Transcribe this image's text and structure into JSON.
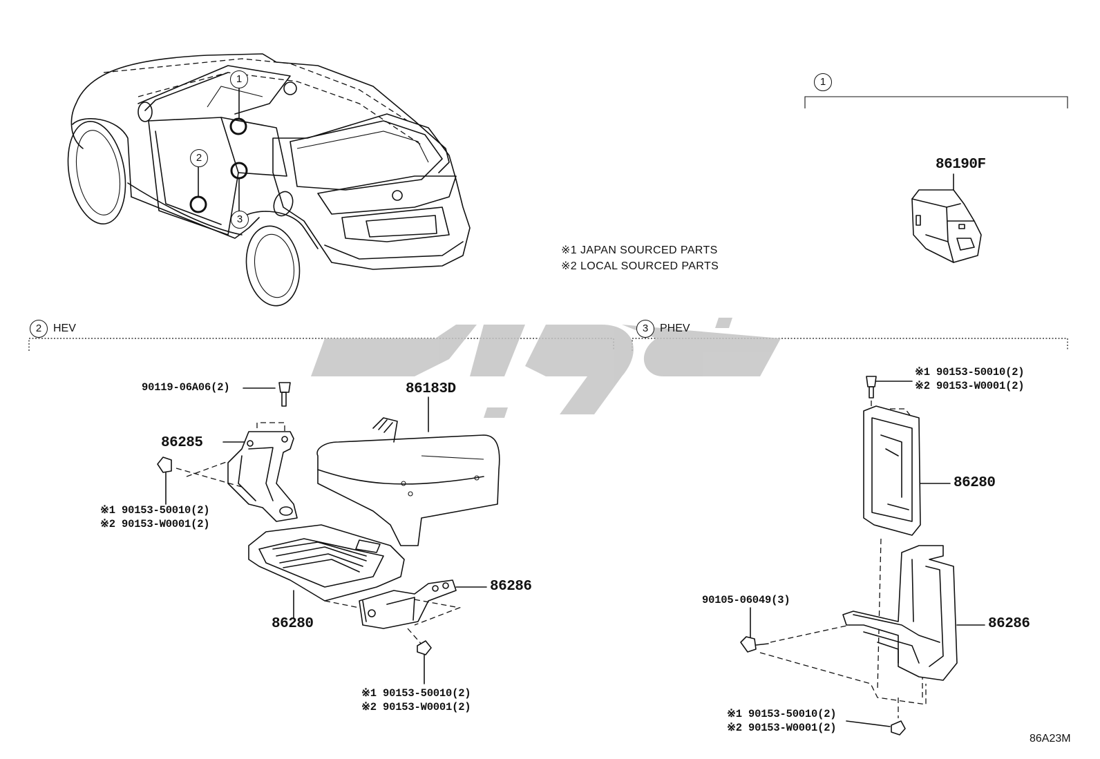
{
  "notes": {
    "note1": "※1 JAPAN SOURCED PARTS",
    "note2": "※2 LOCAL SOURCED PARTS"
  },
  "sections": {
    "s1": {
      "number": "1"
    },
    "s2": {
      "number": "2",
      "label": "HEV"
    },
    "s3": {
      "number": "3",
      "label": "PHEV"
    }
  },
  "locator_callouts": [
    "1",
    "2",
    "3"
  ],
  "parts": {
    "p86190F": "86190F",
    "p86183D": "86183D",
    "p86285": "86285",
    "hev_86280": "86280",
    "hev_86286": "86286",
    "phev_86280": "86280",
    "phev_86286": "86286"
  },
  "fasteners": {
    "hev_bolt_top": "90119-06A06(2)",
    "hev_left_1": "※1 90153-50010(2)",
    "hev_left_2": "※2 90153-W0001(2)",
    "hev_bottom_1": "※1 90153-50010(2)",
    "hev_bottom_2": "※2 90153-W0001(2)",
    "phev_top_1": "※1 90153-50010(2)",
    "phev_top_2": "※2 90153-W0001(2)",
    "phev_left": "90105-06049(3)",
    "phev_bottom_1": "※1 90153-50010(2)",
    "phev_bottom_2": "※2 90153-W0001(2)"
  },
  "figure_id": "86A23M",
  "colors": {
    "line": "#111111",
    "watermark": "#c4c4c4",
    "background": "#ffffff"
  }
}
